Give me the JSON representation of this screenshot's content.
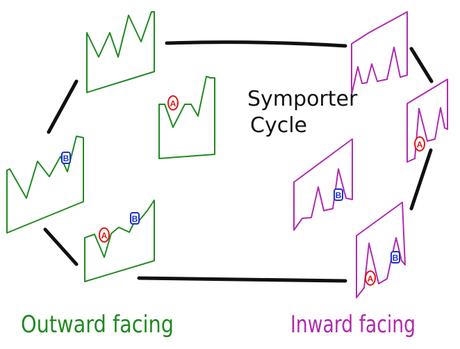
{
  "title_lines": [
    "Symporter",
    "Cycle"
  ],
  "labels": {
    "outward": "Outward facing",
    "inward": "Inward facing"
  },
  "markers": {
    "a": "A",
    "b": "B"
  },
  "colors": {
    "outward": "#1f8a1f",
    "inward": "#b02ab0",
    "marker_a": "#e01515",
    "marker_b": "#1c2fd0",
    "connector": "#111111",
    "text": "#111111"
  }
}
